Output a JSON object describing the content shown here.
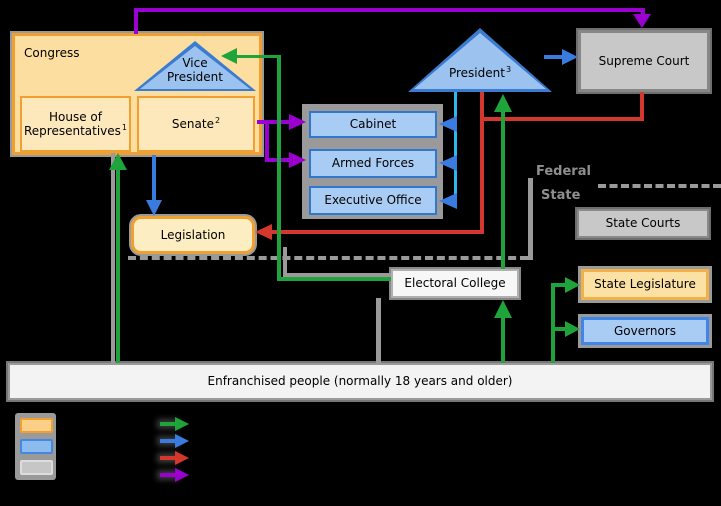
{
  "nodes": {
    "congress": "Congress",
    "house_line1": "House of",
    "house_line2": "Representatives",
    "house_sup": "1",
    "senate": "Senate",
    "senate_sup": "2",
    "vp_line1": "Vice",
    "vp_line2": "President",
    "president": "President",
    "president_sup": "3",
    "supreme_court": "Supreme Court",
    "cabinet": "Cabinet",
    "armed_forces": "Armed Forces",
    "executive_office": "Executive Office",
    "legislation": "Legislation",
    "electoral_college": "Electoral College",
    "state_courts": "State Courts",
    "state_legislature": "State Legislature",
    "governors": "Governors",
    "people_bar": "Enfranchised people (normally 18 years and older)"
  },
  "divider": {
    "federal": "Federal",
    "state": "State"
  },
  "colors": {
    "green_arrow": "#1fa43c",
    "blue_arrow": "#3a7be0",
    "cyan_line": "#2bb8f0",
    "red_arrow": "#d4372e",
    "purple_arrow": "#9a00d0",
    "legislative_fill": "#fcdfa0",
    "legislative_border": "#f0a030",
    "executive_fill": "#a9ccf4",
    "executive_border": "#3377cc",
    "judicial_fill": "#c8c8c8",
    "gray_line": "#9a9a9a",
    "background": "#000000"
  },
  "legend": {
    "swatches": [
      {
        "name": "legislative",
        "fill": "#fbcf87",
        "border": "#f0a030"
      },
      {
        "name": "executive",
        "fill": "#8cbbee",
        "border": "#4488e0"
      },
      {
        "name": "judicial",
        "fill": "#c6c6c6",
        "border": "#dddddd"
      }
    ],
    "arrows": [
      "#1fa43c",
      "#3a7be0",
      "#d4372e",
      "#9a00d0"
    ]
  }
}
